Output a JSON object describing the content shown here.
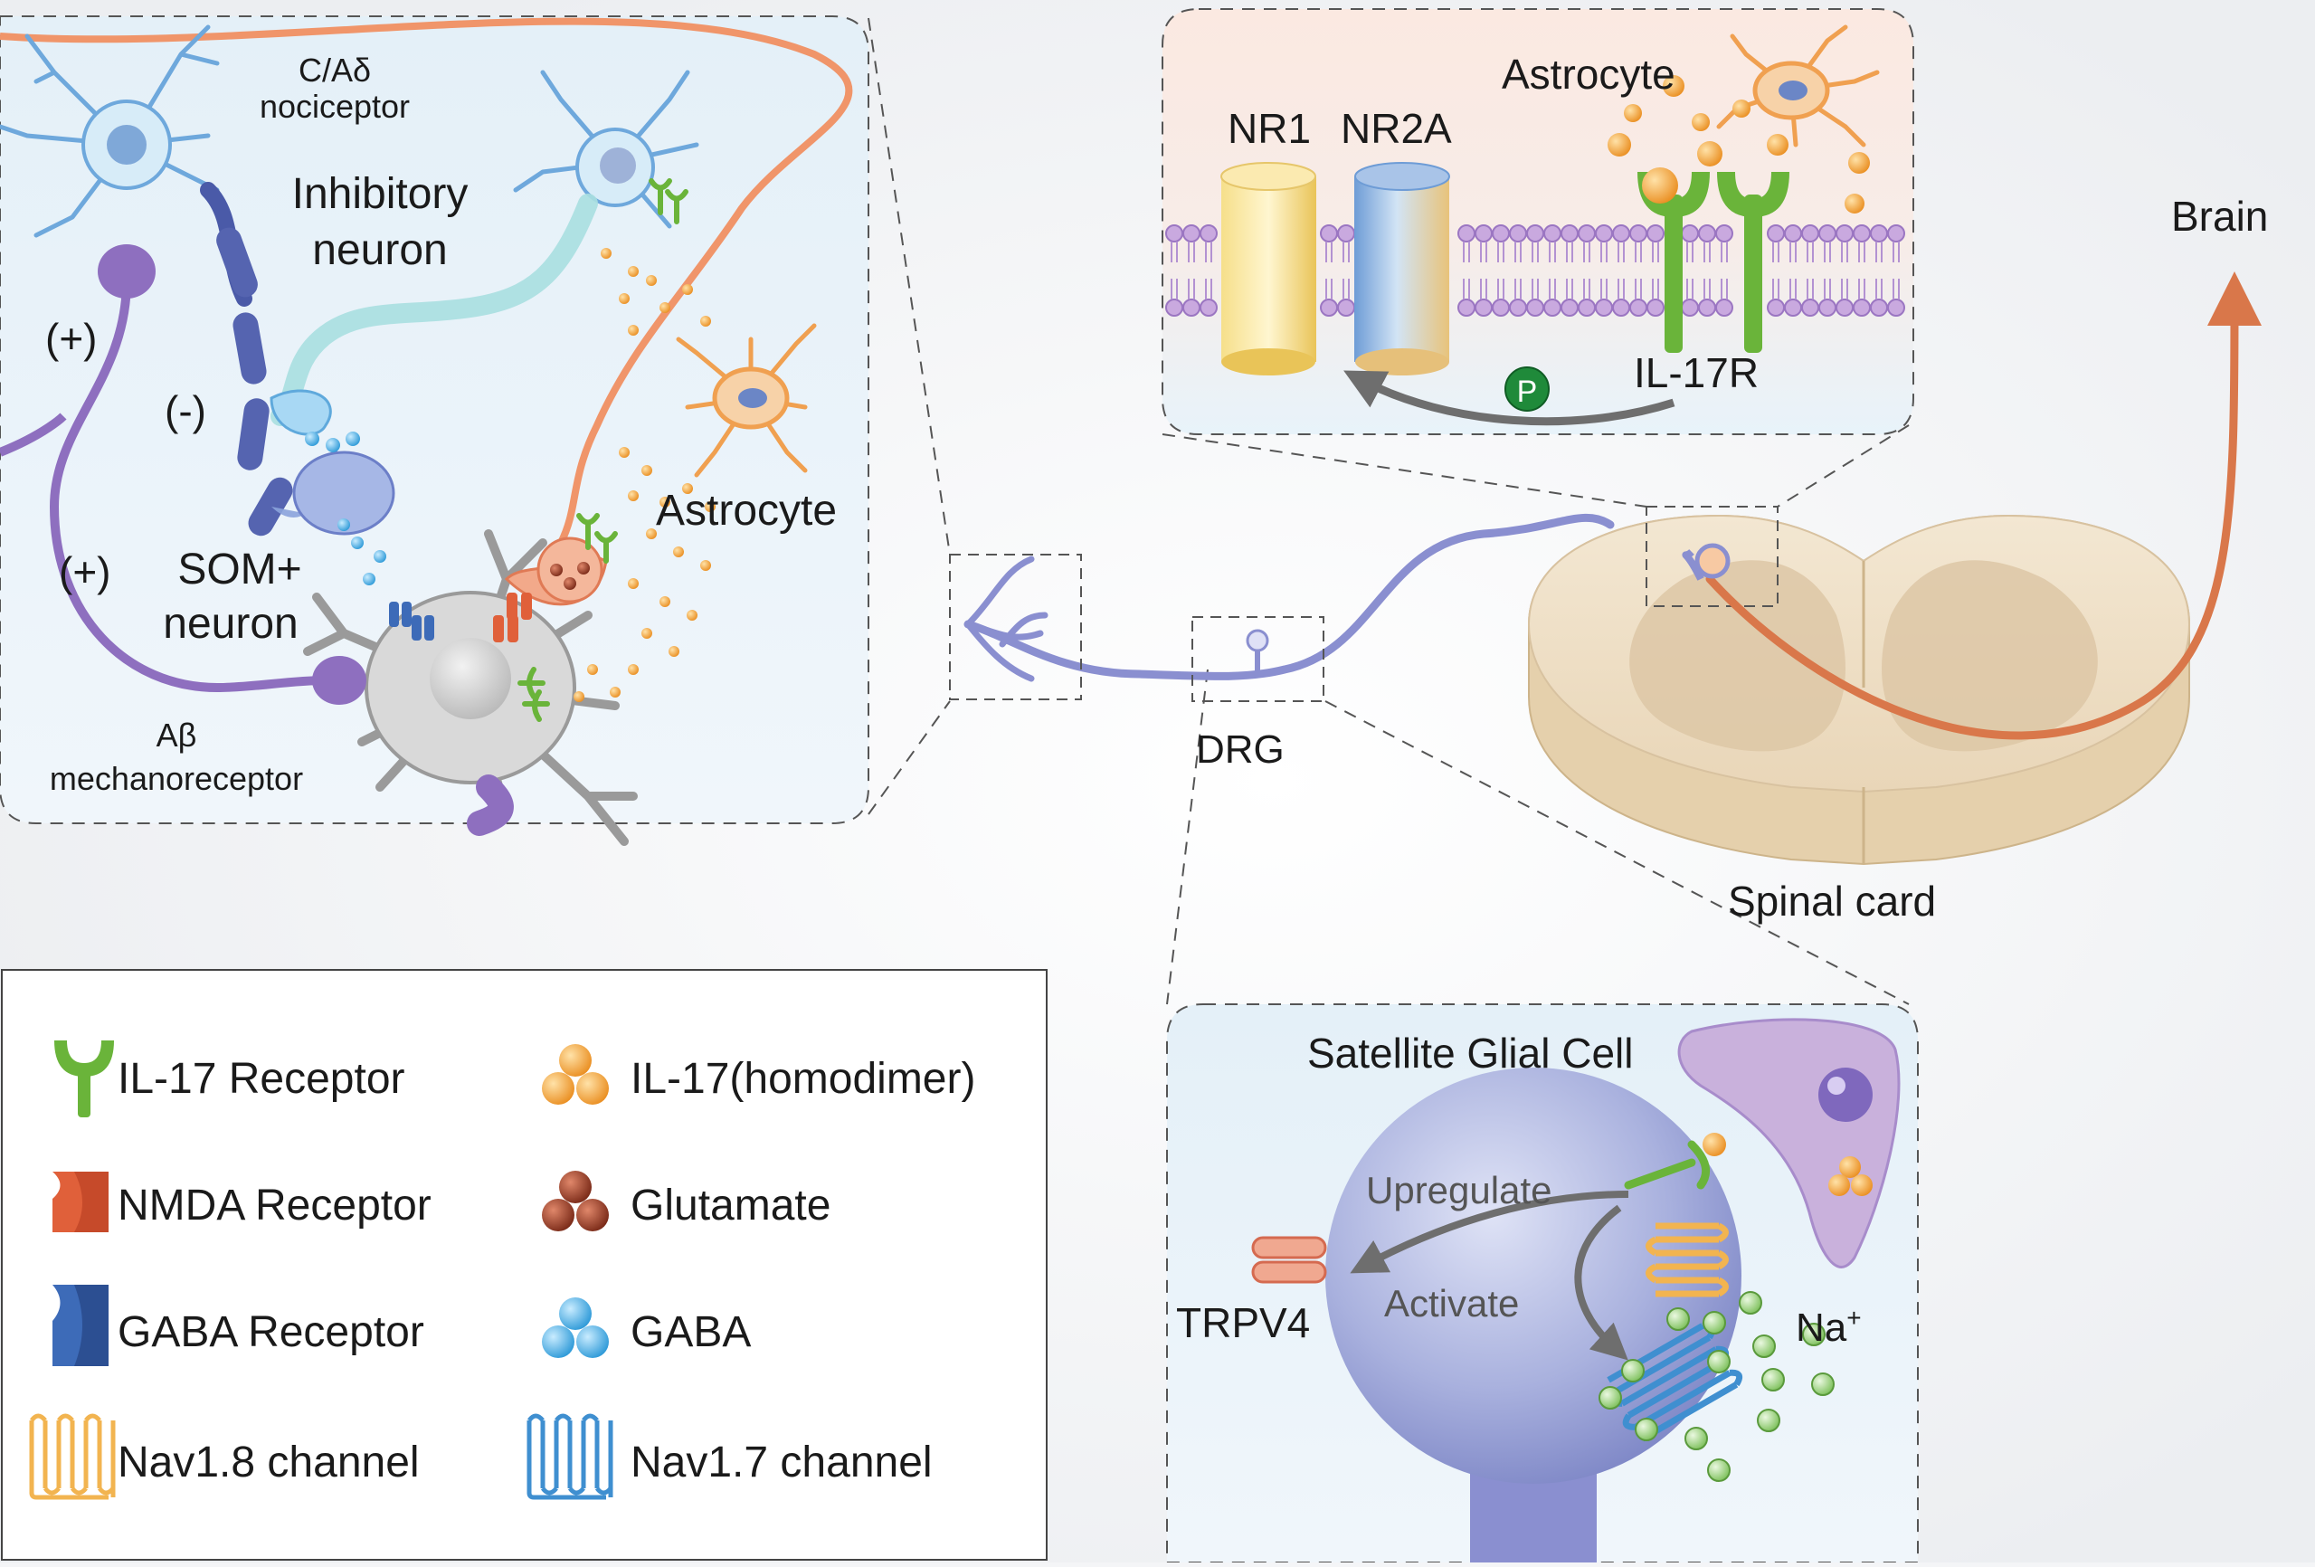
{
  "labels": {
    "c_adelta_1": "C/Aδ",
    "c_adelta_2": "nociceptor",
    "inhibitory_1": "Inhibitory",
    "inhibitory_2": "neuron",
    "plus_top": "(+)",
    "minus": "(-)",
    "plus_bottom": "(+)",
    "som_1": "SOM+",
    "som_2": "neuron",
    "astrocyte_left": "Astrocyte",
    "abeta_1": "Aβ",
    "abeta_2": "mechanoreceptor",
    "nr1": "NR1",
    "nr2a": "NR2A",
    "astrocyte_top": "Astrocyte",
    "p_badge": "P",
    "il17r": "IL-17R",
    "brain": "Brain",
    "drg": "DRG",
    "spinal_cord": "Spinal card",
    "satellite": "Satellite Glial Cell",
    "upregulate": "Upregulate",
    "activate": "Activate",
    "trpv4": "TRPV4",
    "na_ion": "Na",
    "na_sup": "+"
  },
  "legend": [
    {
      "label": "IL-17 Receptor",
      "icon": "il17-receptor-icon"
    },
    {
      "label": "IL-17(homodimer)",
      "icon": "il17-homodimer-icon"
    },
    {
      "label": "NMDA Receptor",
      "icon": "nmda-receptor-icon"
    },
    {
      "label": "Glutamate",
      "icon": "glutamate-icon"
    },
    {
      "label": "GABA Receptor",
      "icon": "gaba-receptor-icon"
    },
    {
      "label": "GABA",
      "icon": "gaba-icon"
    },
    {
      "label": "Nav1.8 channel",
      "icon": "nav18-channel-icon"
    },
    {
      "label": "Nav1.7 channel",
      "icon": "nav17-channel-icon"
    }
  ],
  "colors": {
    "il17_receptor": "#6ab43a",
    "il17": "#f0a030",
    "nmda": "#e0603a",
    "glutamate": "#9a3b28",
    "gaba_receptor": "#3d6bb8",
    "gaba": "#55b3e6",
    "nav18": "#f2b450",
    "nav17": "#3f8fd0",
    "nociceptor": "#f0956a",
    "mechanoreceptor": "#8e6fbf",
    "sensory_axon": "#8a8fd0",
    "brain_arrow": "#d9774a"
  }
}
